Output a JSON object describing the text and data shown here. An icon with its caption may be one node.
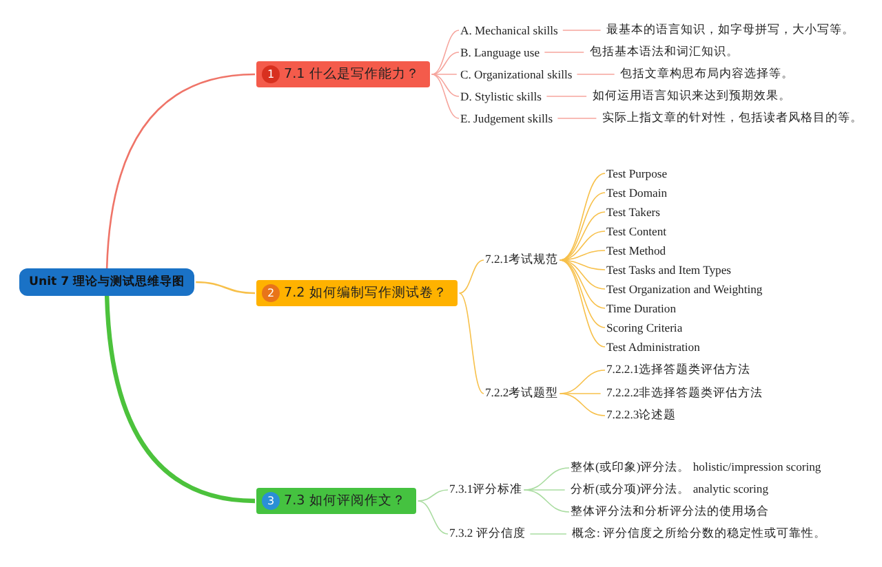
{
  "diagram": {
    "nodes": [
      {
        "text": [
          "Unit 7 理论与测试思维导图"
        ]
      },
      {
        "text": [
          "1",
          "7.1 什么是写作能力？"
        ]
      },
      {
        "text": [
          "A. Mechanical skills"
        ]
      },
      {
        "text": [
          "B. Language use"
        ]
      },
      {
        "text": [
          "C. Organizational skills"
        ]
      },
      {
        "text": [
          "D. Stylistic skills"
        ]
      },
      {
        "text": [
          "E. Judgement skills"
        ]
      },
      {
        "text": [
          "最基本的语言知识，如字母拼写，大小写等。"
        ]
      },
      {
        "text": [
          "包括基本语法和词汇知识。"
        ]
      },
      {
        "text": [
          "包括文章构思布局内容选择等。"
        ]
      },
      {
        "text": [
          "如何运用语言知识来达到预期效果。"
        ]
      },
      {
        "text": [
          "实际上指文章的针对性，包括读者风格目的等。"
        ]
      },
      {
        "text": [
          "2",
          "7.2 如何编制写作测试卷？"
        ]
      },
      {
        "text": [
          "7.2.1考试规范"
        ]
      },
      {
        "text": [
          "Test Purpose"
        ]
      },
      {
        "text": [
          "Test Domain"
        ]
      },
      {
        "text": [
          "Test Takers"
        ]
      },
      {
        "text": [
          "Test Content"
        ]
      },
      {
        "text": [
          "Test Method"
        ]
      },
      {
        "text": [
          "Test Tasks and Item Types"
        ]
      },
      {
        "text": [
          "Test Organization and Weighting"
        ]
      },
      {
        "text": [
          "Time Duration"
        ]
      },
      {
        "text": [
          "Scoring Criteria"
        ]
      },
      {
        "text": [
          "Test Administration"
        ]
      },
      {
        "text": [
          "7.2.2考试题型"
        ]
      },
      {
        "text": [
          "7.2.2.1选择答题类评估方法"
        ]
      },
      {
        "text": [
          "7.2.2.2非选择答题类评估方法"
        ]
      },
      {
        "text": [
          "7.2.2.3论述题"
        ]
      },
      {
        "text": [
          "3",
          "7.3 如何评阅作文？"
        ]
      },
      {
        "text": [
          "7.3.1评分标准"
        ]
      },
      {
        "text": [
          "整体(或印象)评分法。 holistic/impression scoring"
        ]
      },
      {
        "text": [
          "分析(或分项)评分法。 analytic scoring"
        ]
      },
      {
        "text": [
          "整体评分法和分析评分法的使用场合"
        ]
      },
      {
        "text": [
          "7.3.2 评分信度"
        ]
      },
      {
        "text": [
          "概念: 评分信度之所给分数的稳定性或可靠性。"
        ]
      }
    ],
    "edges": [
      {
        "from": 0,
        "to": 1,
        "arrow": "none",
        "color": "#ef7468"
      },
      {
        "from": 1,
        "to": 2,
        "arrow": "none",
        "color": "#f6a49c"
      },
      {
        "from": 1,
        "to": 3,
        "arrow": "none",
        "color": "#f6a49c"
      },
      {
        "from": 1,
        "to": 4,
        "arrow": "none",
        "color": "#f6a49c"
      },
      {
        "from": 1,
        "to": 5,
        "arrow": "none",
        "color": "#f6a49c"
      },
      {
        "from": 1,
        "to": 6,
        "arrow": "none",
        "color": "#f6a49c"
      },
      {
        "from": 2,
        "to": 7,
        "arrow": "none",
        "color": "#f6a49c"
      },
      {
        "from": 3,
        "to": 8,
        "arrow": "none",
        "color": "#f6a49c"
      },
      {
        "from": 4,
        "to": 9,
        "arrow": "none",
        "color": "#f6a49c"
      },
      {
        "from": 5,
        "to": 10,
        "arrow": "none",
        "color": "#f6a49c"
      },
      {
        "from": 6,
        "to": 11,
        "arrow": "none",
        "color": "#f6a49c"
      },
      {
        "from": 0,
        "to": 12,
        "arrow": "none"
      },
      {
        "from": 12,
        "to": 13,
        "arrow": "none"
      },
      {
        "from": 13,
        "to": 14,
        "arrow": "none"
      },
      {
        "from": 13,
        "to": 15,
        "arrow": "none"
      },
      {
        "from": 13,
        "to": 16,
        "arrow": "none"
      },
      {
        "from": 13,
        "to": 17,
        "arrow": "none"
      },
      {
        "from": 13,
        "to": 18,
        "arrow": "none"
      },
      {
        "from": 13,
        "to": 19,
        "arrow": "none"
      },
      {
        "from": 13,
        "to": 20,
        "arrow": "none"
      },
      {
        "from": 13,
        "to": 21,
        "arrow": "none"
      },
      {
        "from": 13,
        "to": 22,
        "arrow": "none"
      },
      {
        "from": 13,
        "to": 23,
        "arrow": "none"
      },
      {
        "from": 12,
        "to": 24,
        "arrow": "none"
      },
      {
        "from": 24,
        "to": 25,
        "arrow": "none"
      },
      {
        "from": 24,
        "to": 26,
        "arrow": "none"
      },
      {
        "from": 24,
        "to": 27,
        "arrow": "none"
      },
      {
        "from": 0,
        "to": 28,
        "arrow": "none",
        "style": "thick",
        "color": "#4cc23c"
      },
      {
        "from": 28,
        "to": 29,
        "arrow": "none",
        "color": "#a9dca0"
      },
      {
        "from": 29,
        "to": 30,
        "arrow": "none",
        "color": "#a9dca0"
      },
      {
        "from": 29,
        "to": 31,
        "arrow": "none",
        "color": "#a9dca0"
      },
      {
        "from": 29,
        "to": 32,
        "arrow": "none",
        "color": "#a9dca0"
      },
      {
        "from": 28,
        "to": 33,
        "arrow": "none",
        "color": "#a9dca0"
      },
      {
        "from": 33,
        "to": 34,
        "arrow": "none",
        "color": "#a9dca0"
      }
    ]
  }
}
